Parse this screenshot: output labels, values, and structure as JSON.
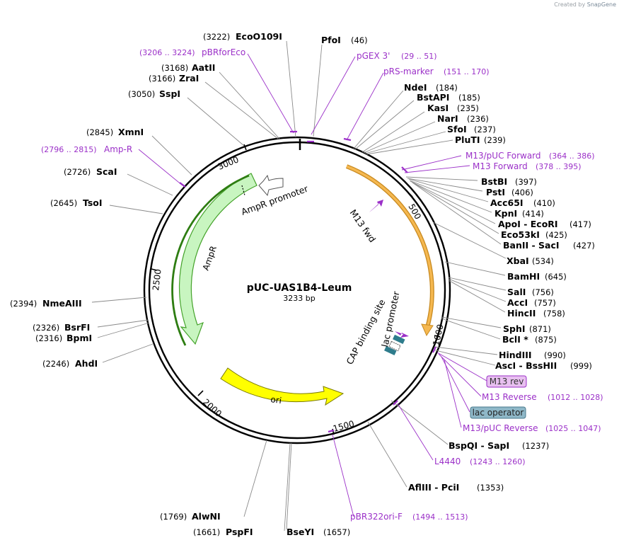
{
  "credit": {
    "prefix": "Created by",
    "brand": "SnapGene"
  },
  "map": {
    "name": "pUC-UAS1B4-Leum",
    "length": "3233 bp",
    "total_bp": 3233
  },
  "ticks": [
    "500",
    "1000",
    "1500",
    "2000",
    "2500",
    "3000"
  ],
  "sites": [
    {
      "name": "EcoO109I",
      "pos": "(3222)"
    },
    {
      "name": "PfoI",
      "pos": "(46)"
    },
    {
      "name": "AatII",
      "pos": "(3168)"
    },
    {
      "name": "ZraI",
      "pos": "(3166)"
    },
    {
      "name": "SspI",
      "pos": "(3050)"
    },
    {
      "name": "NdeI",
      "pos": "(184)"
    },
    {
      "name": "BstAPI",
      "pos": "(185)"
    },
    {
      "name": "KasI",
      "pos": "(235)"
    },
    {
      "name": "NarI",
      "pos": "(236)"
    },
    {
      "name": "SfoI",
      "pos": "(237)"
    },
    {
      "name": "PluTI",
      "pos": "(239)"
    },
    {
      "name": "XmnI",
      "pos": "(2845)"
    },
    {
      "name": "ScaI",
      "pos": "(2726)"
    },
    {
      "name": "TsoI",
      "pos": "(2645)"
    },
    {
      "name": "BstBI",
      "pos": "(397)"
    },
    {
      "name": "PstI",
      "pos": "(406)"
    },
    {
      "name": "Acc65I",
      "pos": "(410)"
    },
    {
      "name": "KpnI",
      "pos": "(414)"
    },
    {
      "name": "ApoI - EcoRI",
      "pos": "(417)"
    },
    {
      "name": "Eco53kI",
      "pos": "(425)"
    },
    {
      "name": "BanII - SacI",
      "pos": "(427)"
    },
    {
      "name": "XbaI",
      "pos": "(534)"
    },
    {
      "name": "BamHI",
      "pos": "(645)"
    },
    {
      "name": "SalI",
      "pos": "(756)"
    },
    {
      "name": "AccI",
      "pos": "(757)"
    },
    {
      "name": "HincII",
      "pos": "(758)"
    },
    {
      "name": "SphI",
      "pos": "(871)"
    },
    {
      "name": "BclI *",
      "pos": "(875)"
    },
    {
      "name": "HindIII",
      "pos": "(990)"
    },
    {
      "name": "AscI - BssHII",
      "pos": "(999)"
    },
    {
      "name": "NmeAIII",
      "pos": "(2394)"
    },
    {
      "name": "BsrFI",
      "pos": "(2326)"
    },
    {
      "name": "BpmI",
      "pos": "(2316)"
    },
    {
      "name": "AhdI",
      "pos": "(2246)"
    },
    {
      "name": "BspQI - SapI",
      "pos": "(1237)"
    },
    {
      "name": "AflIII - PciI",
      "pos": "(1353)"
    },
    {
      "name": "AlwNI",
      "pos": "(1769)"
    },
    {
      "name": "PspFI",
      "pos": "(1661)"
    },
    {
      "name": "BseYI",
      "pos": "(1657)"
    }
  ],
  "primers": [
    {
      "name": "pBRforEco",
      "range": "(3206 .. 3224)"
    },
    {
      "name": "pGEX 3'",
      "range": "(29 .. 51)"
    },
    {
      "name": "pRS-marker",
      "range": "(151 .. 170)"
    },
    {
      "name": "Amp-R",
      "range": "(2796 .. 2815)"
    },
    {
      "name": "M13/pUC Forward",
      "range": "(364 .. 386)"
    },
    {
      "name": "M13 Forward",
      "range": "(378 .. 395)"
    },
    {
      "name": "M13 rev",
      "range": ""
    },
    {
      "name": "M13 Reverse",
      "range": "(1012 .. 1028)"
    },
    {
      "name": "lac operator",
      "range": ""
    },
    {
      "name": "M13/pUC Reverse",
      "range": "(1025 .. 1047)"
    },
    {
      "name": "L4440",
      "range": "(1243 .. 1260)"
    },
    {
      "name": "pBR322ori-F",
      "range": "(1494 .. 1513)"
    }
  ],
  "features": {
    "ampr_promoter": "AmpR promoter",
    "ampr": "AmpR",
    "ori": "ori",
    "m13_fwd": "M13 fwd",
    "cap_site": "CAP binding site",
    "lac_promoter": "lac promoter"
  },
  "colors": {
    "ampr": "#c8f5c0",
    "ori": "#ffff00",
    "insert": "#f0a830",
    "primer": "#9b30c8",
    "lac_operator": "#8fb8c8",
    "m13_rev": "#e8c0f0"
  }
}
